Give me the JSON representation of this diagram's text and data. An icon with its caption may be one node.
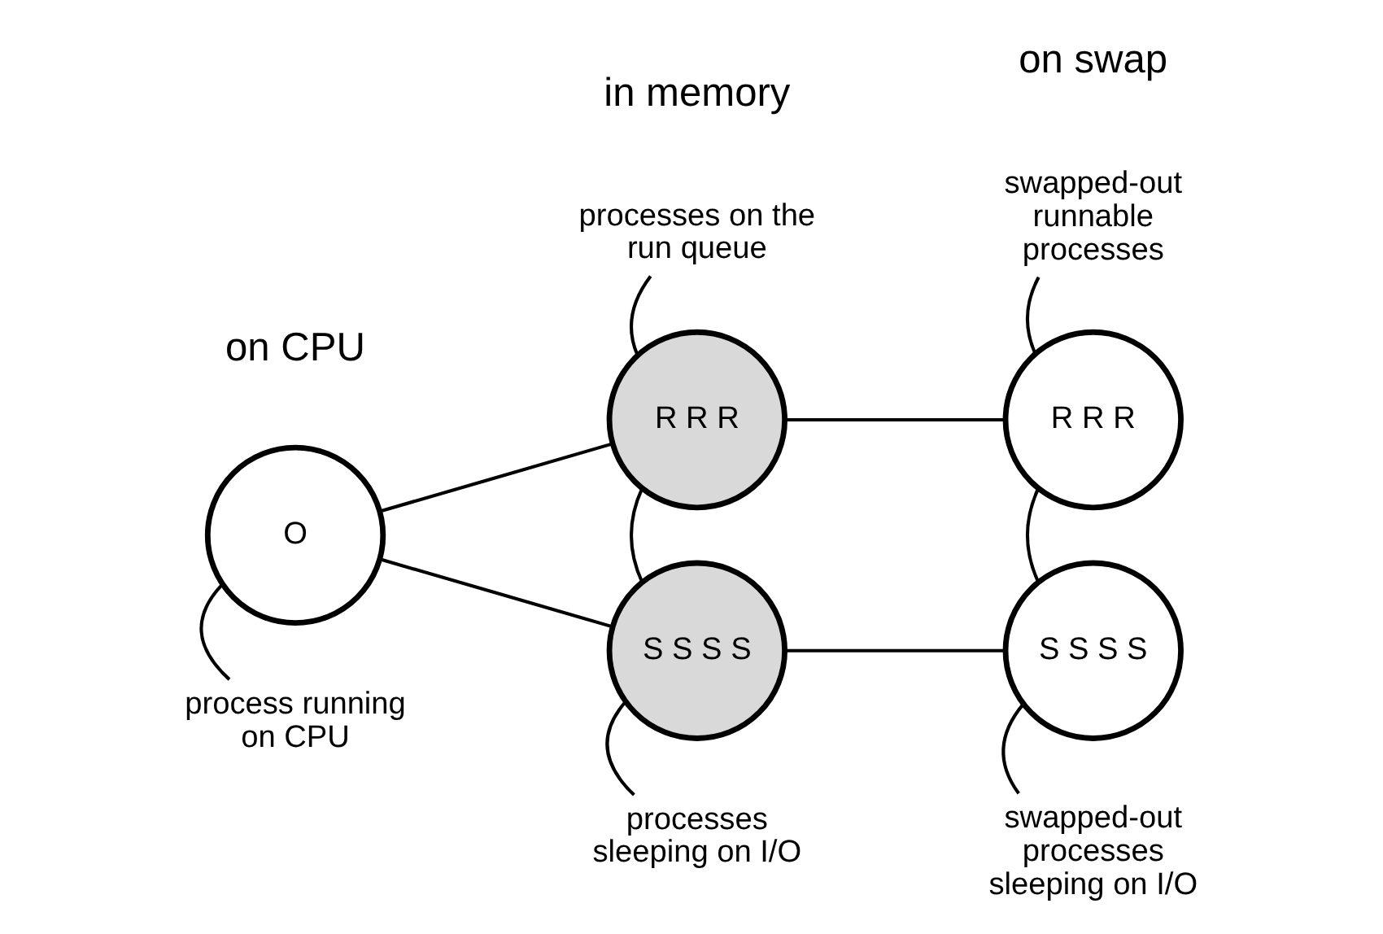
{
  "diagram": {
    "nodes": [
      {
        "text": [
          "processes on the run queue"
        ]
      },
      {
        "text": [
          "swapped-out runnable processes"
        ]
      },
      {
        "text": [
          "R R R"
        ]
      },
      {
        "text": [
          "R R R"
        ]
      },
      {
        "text": [
          "O"
        ]
      },
      {
        "text": [
          "S S S S"
        ]
      },
      {
        "text": [
          "S S S S"
        ]
      },
      {
        "text": [
          "process running on CPU"
        ]
      },
      {
        "text": [
          "processes sleeping on I/O"
        ]
      },
      {
        "text": [
          "swapped-out processes sleeping on I/O"
        ]
      }
    ],
    "edges": [
      {
        "from": 4,
        "to": 2,
        "arrow": "none"
      },
      {
        "from": 4,
        "to": 5,
        "arrow": "none"
      },
      {
        "from": 2,
        "to": 5,
        "arrow": "none"
      },
      {
        "from": 2,
        "to": 3,
        "arrow": "none"
      },
      {
        "from": 5,
        "to": 6,
        "arrow": "none"
      },
      {
        "from": 3,
        "to": 6,
        "arrow": "none"
      },
      {
        "from": 0,
        "to": 2,
        "arrow": "none"
      },
      {
        "from": 1,
        "to": 3,
        "arrow": "none"
      },
      {
        "from": 7,
        "to": 4,
        "arrow": "none"
      },
      {
        "from": 8,
        "to": 5,
        "arrow": "none"
      },
      {
        "from": 9,
        "to": 6,
        "arrow": "none"
      }
    ],
    "labels": [
      "on CPU",
      "in memory",
      "on swap"
    ]
  }
}
